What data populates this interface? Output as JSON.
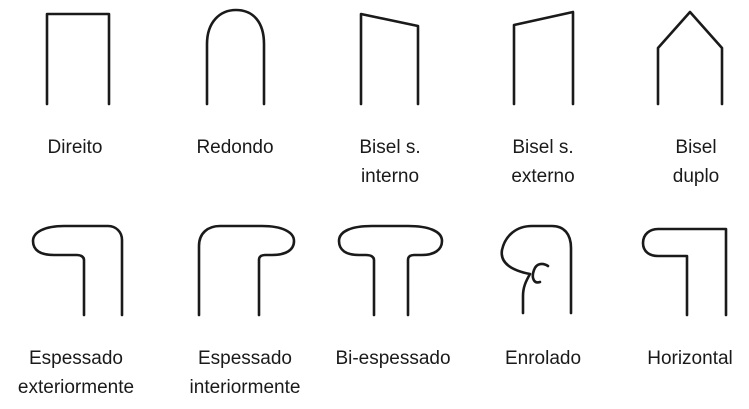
{
  "shapes": [
    {
      "id": "direito",
      "label": [
        "Direito"
      ]
    },
    {
      "id": "redondo",
      "label": [
        "Redondo"
      ]
    },
    {
      "id": "bisel-si",
      "label": [
        "Bisel s.",
        "interno"
      ]
    },
    {
      "id": "bisel-se",
      "label": [
        "Bisel s.",
        "externo"
      ]
    },
    {
      "id": "bisel-d",
      "label": [
        "Bisel",
        "duplo"
      ]
    },
    {
      "id": "esp-ext",
      "label": [
        "Espessado",
        "exteriormente"
      ]
    },
    {
      "id": "esp-int",
      "label": [
        "Espessado",
        "interiormente"
      ]
    },
    {
      "id": "bi-esp",
      "label": [
        "Bi-espessado"
      ]
    },
    {
      "id": "enrolado",
      "label": [
        "Enrolado"
      ]
    },
    {
      "id": "horizontal",
      "label": [
        "Horizontal"
      ]
    }
  ]
}
